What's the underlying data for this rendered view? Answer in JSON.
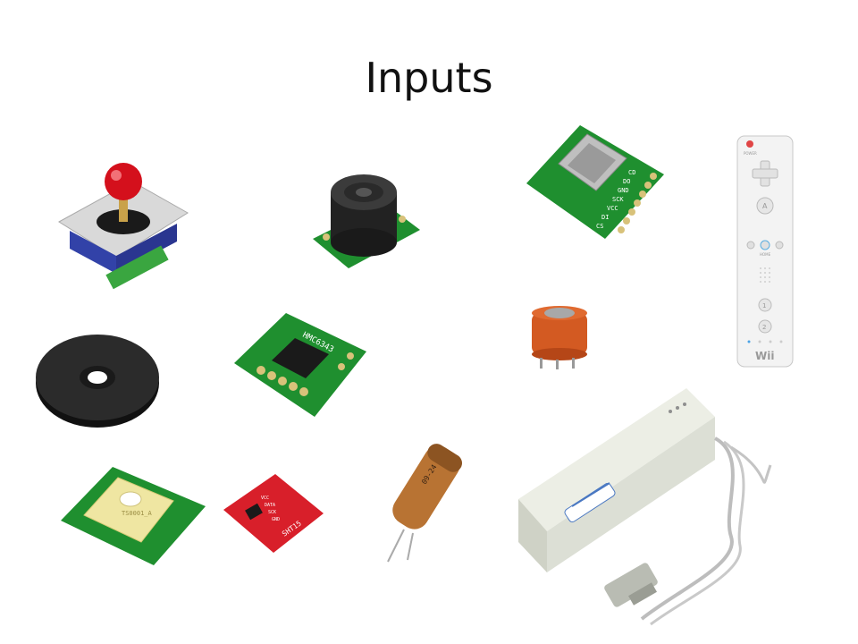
{
  "slide": {
    "title": "Inputs"
  },
  "labels": {
    "sd_pins": [
      "CD",
      "DO",
      "GND",
      "SCK",
      "VCC",
      "DI",
      "CS"
    ],
    "compass": "HMC6343",
    "wii_power": "POWER",
    "wii_home": "HOME",
    "wii_a": "A",
    "wii_1": "1",
    "wii_2": "2",
    "wii_brand": "Wii",
    "sht_name": "SHT15",
    "sht_pins": [
      "VCC",
      "DATA",
      "SCK",
      "GND"
    ],
    "gps_label": "TS0001_A",
    "tilt_label": "09-24"
  },
  "colors": {
    "pcb_green": "#1f8f2f",
    "pcb_red": "#d81f2a",
    "joystick_ball": "#d4101c",
    "mq_orange": "#d35a22",
    "wii_white": "#f3f3f3",
    "reader_gray": "#dcdfd5"
  }
}
